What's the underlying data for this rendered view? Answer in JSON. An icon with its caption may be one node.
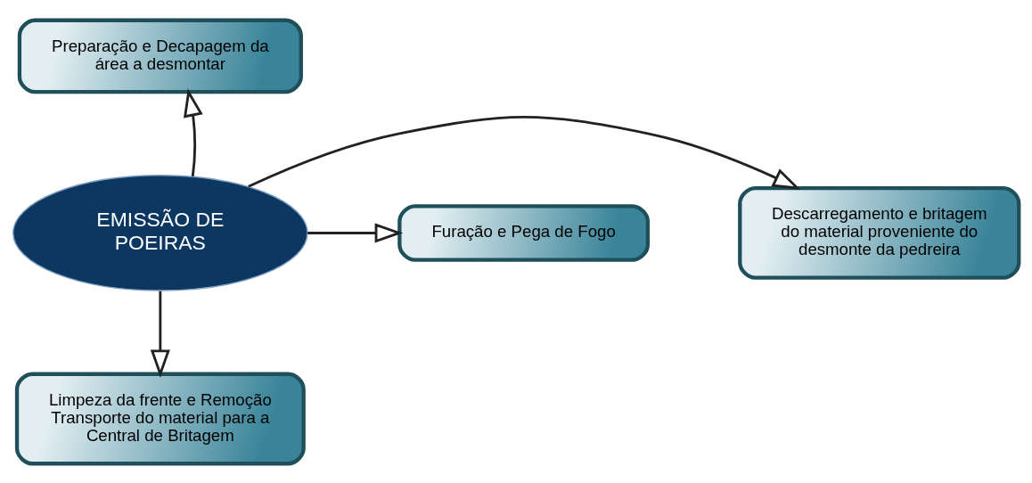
{
  "diagram": {
    "nodes": [
      {
        "text": [
          "Preparação e Decapagem da área a desmontar"
        ]
      },
      {
        "text": [
          "Descarregamento e britagem do material proveniente do desmonte da pedreira"
        ]
      },
      {
        "text": [
          "EMISSÃO DE POEIRAS"
        ]
      },
      {
        "text": [
          "Furação e Pega de Fogo"
        ]
      },
      {
        "text": [
          "Limpeza da frente e Remoção Transporte do material para a Central de Britagem"
        ]
      }
    ],
    "edges": [
      {
        "from": 2,
        "to": 0,
        "arrow": "to"
      },
      {
        "from": 2,
        "to": 1,
        "arrow": "to"
      },
      {
        "from": 2,
        "to": 3,
        "arrow": "to"
      },
      {
        "from": 2,
        "to": 4,
        "arrow": "to"
      }
    ]
  }
}
